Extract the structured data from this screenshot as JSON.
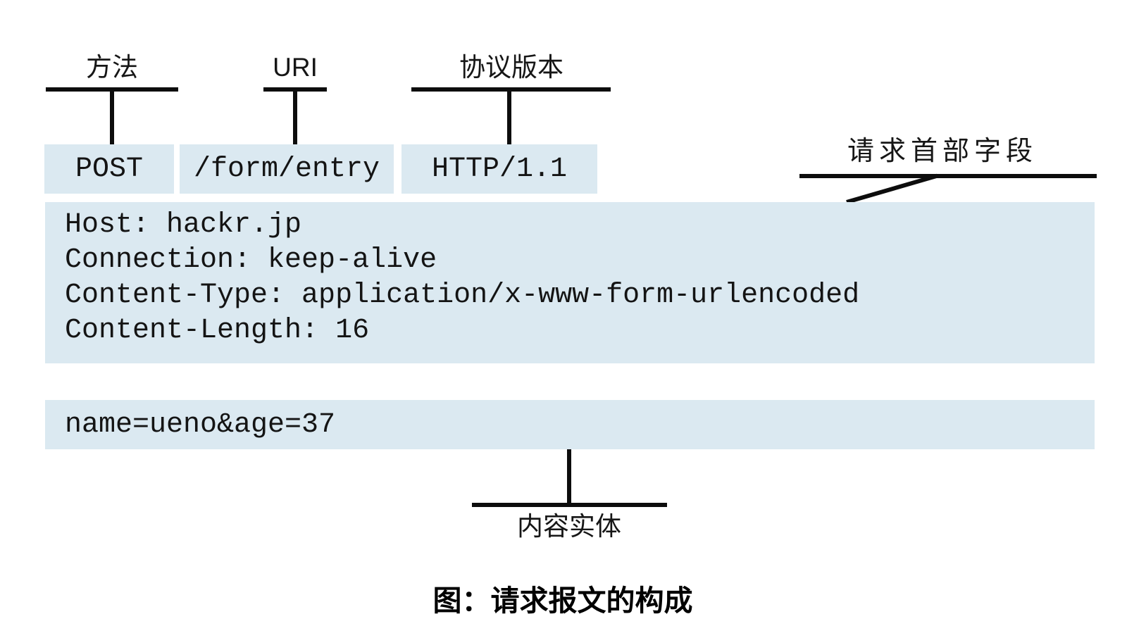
{
  "figure": {
    "caption": "图：请求报文的构成",
    "request_line": {
      "method_label": "方法",
      "uri_label": "URI",
      "version_label": "协议版本",
      "method": "POST",
      "uri": "/form/entry",
      "version": "HTTP/1.1"
    },
    "headers": {
      "label": "请求首部字段",
      "lines": [
        "Host: hackr.jp",
        "Connection: keep-alive",
        "Content-Type: application/x-www-form-urlencoded",
        "Content-Length: 16"
      ]
    },
    "body": {
      "label": "内容实体",
      "content": "name=ueno&age=37"
    },
    "colors": {
      "box_fill": "#dbe9f1",
      "line_color": "#0d0d0d",
      "background": "#ffffff"
    }
  }
}
